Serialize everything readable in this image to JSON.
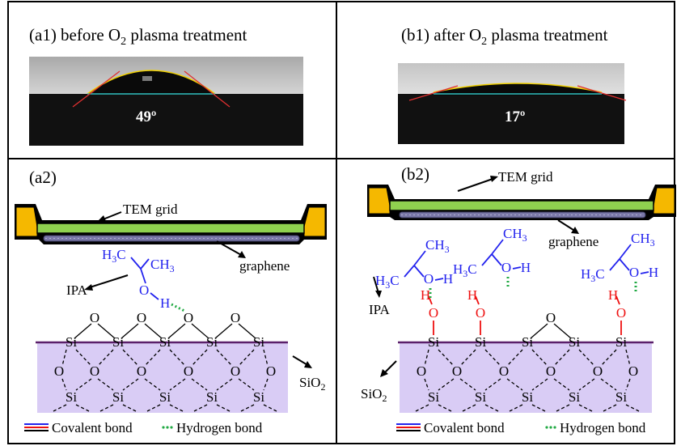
{
  "panel_a1": {
    "caption_pre": "(a1) before O",
    "caption_sub": "2",
    "caption_post": " plasma treatment",
    "angle": "49º"
  },
  "panel_b1": {
    "caption_pre": "(b1) after O",
    "caption_sub": "2",
    "caption_post": " plasma treatment",
    "angle": "17º"
  },
  "panel_a2": {
    "label": "(a2)",
    "tem_grid": "TEM grid",
    "graphene": "graphene",
    "ipa": "IPA",
    "sio2": "SiO",
    "sio2_sub": "2"
  },
  "panel_b2": {
    "label": "(b2)",
    "tem_grid": "TEM grid",
    "graphene": "graphene",
    "ipa": "IPA",
    "sio2": "SiO",
    "sio2_sub": "2"
  },
  "chem": {
    "si": "Si",
    "o": "O",
    "h": "H",
    "ch3": "CH",
    "ch3_sub": "3",
    "h3c": "H",
    "h3c_sub": "3",
    "h3c_c": "C"
  },
  "legend": {
    "covalent": "Covalent bond",
    "hydrogen": "Hydrogen bond"
  },
  "colors": {
    "substrate": "#d9ccf5",
    "grid_green": "#8fd14f",
    "grid_gold": "#f5b800",
    "graphene": "#7a78a8",
    "ipa_blue": "#2222ee",
    "oh_red": "#ee1111",
    "hbond_green": "#22aa44",
    "surface_purple": "#5a1f6a"
  }
}
